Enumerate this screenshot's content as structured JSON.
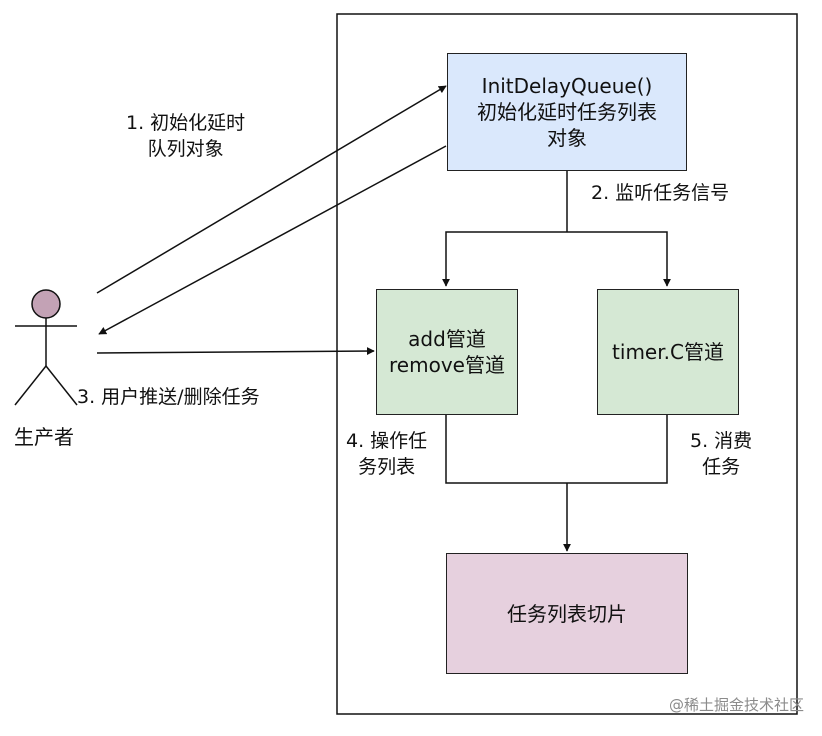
{
  "nodes": {
    "init": {
      "line1": "InitDelayQueue()",
      "line2": "初始化延时任务列表",
      "line3": "对象",
      "fill": "#dae8fc"
    },
    "add_remove": {
      "line1": "add管道",
      "line2": "remove管道",
      "fill": "#d5e8d4"
    },
    "timer": {
      "line1": "timer.C管道",
      "fill": "#d5e8d4"
    },
    "slice": {
      "line1": "任务列表切片",
      "fill": "#e6d0de"
    }
  },
  "actor": {
    "label": "生产者",
    "head_fill": "#c3a2b5"
  },
  "edge_labels": {
    "step1_line1": "1. 初始化延时",
    "step1_line2": "队列对象",
    "step2": "2. 监听任务信号",
    "step3": "3. 用户推送/删除任务",
    "step4_line1": "4. 操作任",
    "step4_line2": "务列表",
    "step5_line1": "5. 消费",
    "step5_line2": "任务"
  },
  "watermark": "@稀土掘金技术社区"
}
